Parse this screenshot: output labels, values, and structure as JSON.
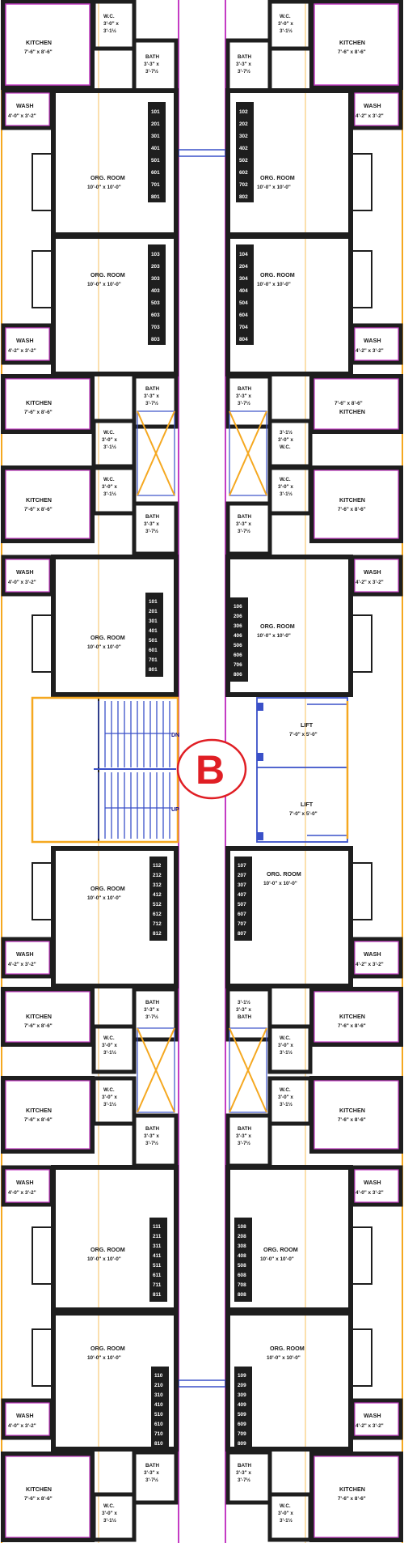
{
  "block_label": "B",
  "colors": {
    "wall": "#1e1e1e",
    "wall_face": "#c43cc4",
    "balcony": "#f5a820",
    "stair": "#3a50c8",
    "shaft": "#f5a820",
    "block": "#e01e24"
  },
  "labels": {
    "kitchen": "KITCHEN",
    "kitchen_dim": "7'-6\" x 8'-6\"",
    "wash": "WASH",
    "wash_dim_a": "4'-2\" x 3'-2\"",
    "wash_dim_b": "4'-0\" x 3'-2\"",
    "wc": "W.C.",
    "wc_dim_a": "3'-0\" x",
    "wc_dim_b": "3'-1½",
    "wc_dim_c": "3'-1½",
    "bath": "BATH",
    "bath_dim_a": "3'-3\" x",
    "bath_dim_b": "3'-7½",
    "org_room": "ORG. ROOM",
    "org_dim": "10'-0\" x 10'-0\"",
    "lift": "LIFT",
    "lift_dim": "7'-0\" x 5'-0\"",
    "stair_dn": "DN",
    "stair_up": "UP"
  },
  "units": {
    "left_r1": [
      "101",
      "201",
      "301",
      "401",
      "501",
      "601",
      "701",
      "801"
    ],
    "right_r1": [
      "102",
      "202",
      "302",
      "402",
      "502",
      "602",
      "702",
      "802"
    ],
    "left_r2": [
      "103",
      "203",
      "303",
      "403",
      "503",
      "603",
      "703",
      "803"
    ],
    "right_r2": [
      "104",
      "204",
      "304",
      "404",
      "504",
      "604",
      "704",
      "804"
    ],
    "left_r3": [
      "101",
      "201",
      "301",
      "401",
      "501",
      "601",
      "701",
      "801"
    ],
    "right_r3": [
      "106",
      "206",
      "306",
      "406",
      "506",
      "606",
      "706",
      "806"
    ],
    "left_r4": [
      "112",
      "212",
      "312",
      "412",
      "512",
      "612",
      "712",
      "812"
    ],
    "right_r4": [
      "107",
      "207",
      "307",
      "407",
      "507",
      "607",
      "707",
      "807"
    ],
    "left_r5": [
      "111",
      "211",
      "311",
      "411",
      "511",
      "611",
      "711",
      "811"
    ],
    "right_r5": [
      "108",
      "208",
      "308",
      "408",
      "508",
      "608",
      "708",
      "808"
    ],
    "left_r6": [
      "110",
      "210",
      "310",
      "410",
      "510",
      "610",
      "710",
      "810"
    ],
    "right_r6": [
      "109",
      "209",
      "309",
      "409",
      "509",
      "609",
      "709",
      "809"
    ]
  }
}
